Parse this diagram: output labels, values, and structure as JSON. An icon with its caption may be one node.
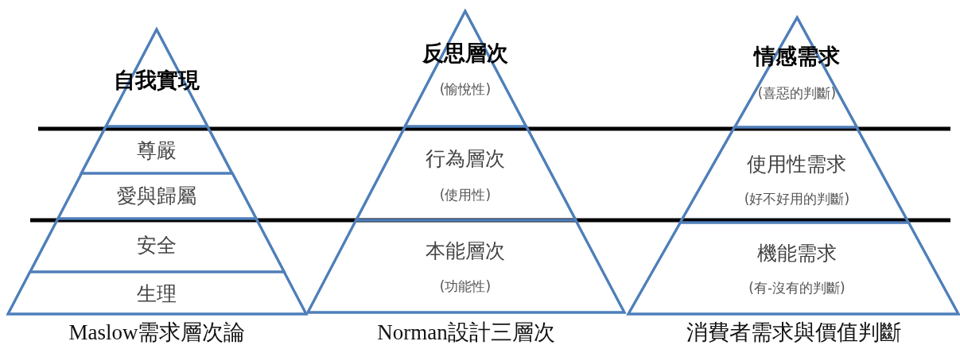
{
  "diagram": {
    "nodes": [
      {
        "text": [],
        "shape": "triangle",
        "beside": [
          "Maslow需求層次論"
        ]
      },
      {
        "text": [
          "自我實現"
        ],
        "in": 0
      },
      {
        "text": [
          "尊嚴"
        ],
        "in": 0
      },
      {
        "text": [
          "愛與歸屬"
        ],
        "in": 0
      },
      {
        "text": [
          "安全"
        ],
        "in": 0
      },
      {
        "text": [
          "生理"
        ],
        "in": 0
      },
      {
        "text": [],
        "shape": "triangle",
        "beside": [
          "Norman設計三層次"
        ]
      },
      {
        "text": [
          "反思層次",
          "(愉悅性)"
        ],
        "in": 6
      },
      {
        "text": [
          "行為層次",
          "(使用性)"
        ],
        "in": 6
      },
      {
        "text": [
          "本能層次",
          "(功能性)"
        ],
        "in": 6
      },
      {
        "text": [],
        "shape": "triangle",
        "beside": [
          "消費者需求與價值判斷"
        ]
      },
      {
        "text": [
          "情感需求",
          "(喜惡的判斷)"
        ],
        "in": 10
      },
      {
        "text": [
          "使用性需求",
          "(好不好用的判斷)"
        ],
        "in": 10
      },
      {
        "text": [
          "機能需求",
          "(有-沒有的判斷)"
        ],
        "in": 10
      }
    ]
  }
}
